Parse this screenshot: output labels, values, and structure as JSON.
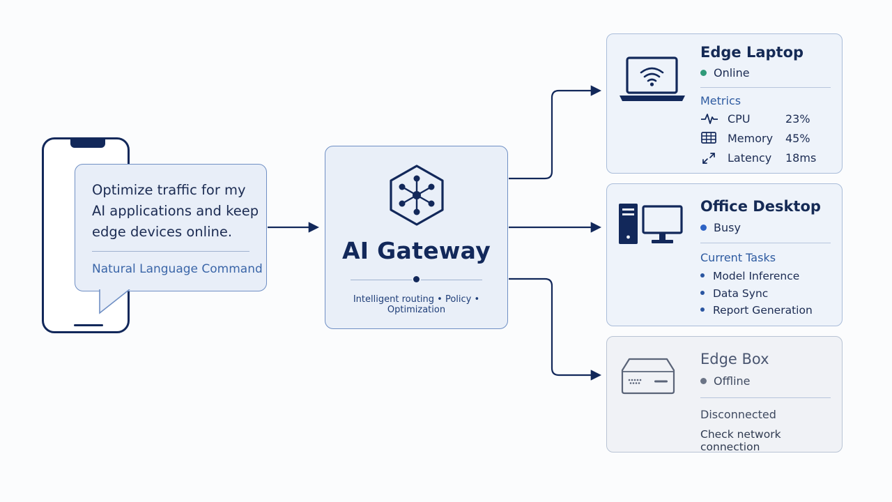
{
  "command": {
    "text": "Optimize traffic for my AI applications and keep edge devices online.",
    "caption": "Natural Language Command"
  },
  "gateway": {
    "title": "AI Gateway",
    "subtitle": "Intelligent routing • Policy • Optimization",
    "icon": "hexagon-network-icon"
  },
  "devices": {
    "laptop": {
      "name": "Edge Laptop",
      "status": "Online",
      "status_color": "#2f9a79",
      "section_title": "Metrics",
      "icon": "laptop-wifi-icon",
      "metrics": [
        {
          "icon": "pulse-icon",
          "label": "CPU",
          "value": "23%"
        },
        {
          "icon": "memory-grid-icon",
          "label": "Memory",
          "value": "45%"
        },
        {
          "icon": "latency-arrows-icon",
          "label": "Latency",
          "value": "18ms"
        }
      ]
    },
    "desktop": {
      "name": "Office Desktop",
      "status": "Busy",
      "status_color": "#2d62c4",
      "section_title": "Current Tasks",
      "icon": "desktop-tower-icon",
      "tasks": [
        "Model Inference",
        "Data Sync",
        "Report Generation"
      ]
    },
    "edgebox": {
      "name": "Edge Box",
      "status": "Offline",
      "status_color": "#6b7486",
      "section_title": "Disconnected",
      "hint": "Check network connection",
      "icon": "edge-box-icon"
    }
  },
  "colors": {
    "navy": "#12285a",
    "accent": "#3b66a8",
    "panel": "#e9eff8"
  }
}
